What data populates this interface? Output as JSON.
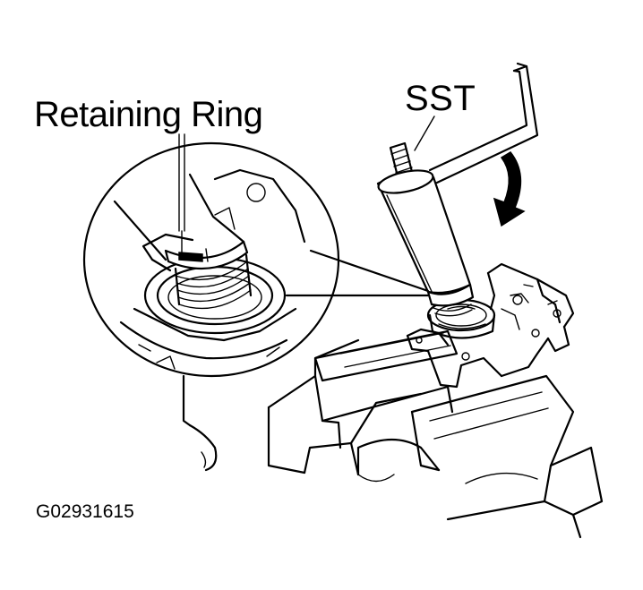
{
  "labels": {
    "retaining_ring": "Retaining Ring",
    "sst": "SST",
    "figure_code": "G02931615"
  },
  "colors": {
    "ink": "#000000",
    "paper": "#ffffff"
  },
  "icons": {
    "rotation_arrow": "curved-arrow-down-icon"
  }
}
